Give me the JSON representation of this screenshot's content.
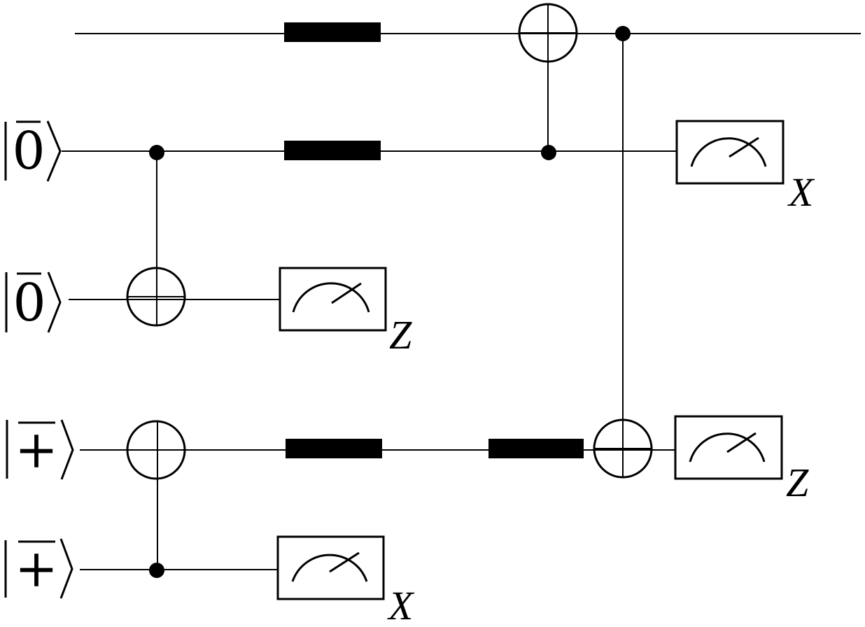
{
  "colors": {
    "ink": "#000000",
    "background": "#ffffff"
  },
  "inputs": [
    {
      "state": "0"
    },
    {
      "state": "0"
    },
    {
      "state": "+"
    },
    {
      "state": "+"
    }
  ],
  "measurements": [
    {
      "basis": "Z"
    },
    {
      "basis": "X"
    },
    {
      "basis": "Z"
    },
    {
      "basis": "X"
    }
  ],
  "icons": {
    "meter": "measurement-meter-icon",
    "target": "cnot-target-icon",
    "control": "control-dot-icon"
  }
}
